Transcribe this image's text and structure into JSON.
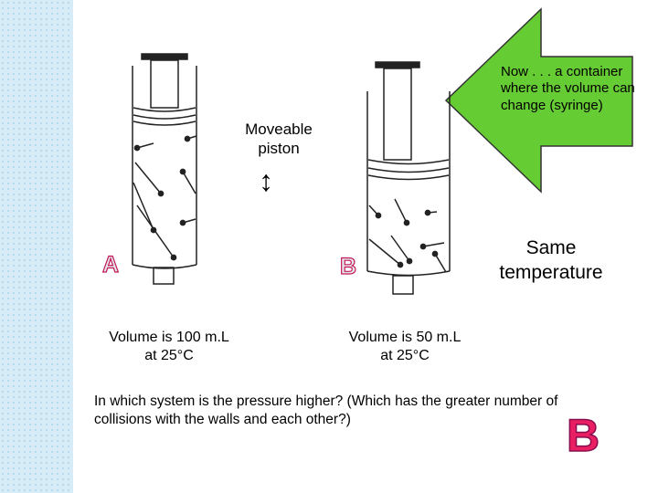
{
  "callout": {
    "text": "Now . . . a container where the volume can change (syringe)",
    "color": "#66cc33"
  },
  "piston_label": "Moveable piston",
  "piston_arrow_glyph": "↕",
  "same_temperature": "Same temperature",
  "syringe_a": {
    "label": "A",
    "volume_text": "Volume is 100 m.L",
    "temperature_text": "at 25°C"
  },
  "syringe_b": {
    "label": "B",
    "volume_text": "Volume is 50 m.L",
    "temperature_text": "at 25°C"
  },
  "question": "In which system is the pressure higher?  (Which has the greater number of collisions with the walls and each other?)",
  "answer": "B",
  "colors": {
    "letter_fill": "#e91e63",
    "sidebar": "#d7ecf7"
  }
}
